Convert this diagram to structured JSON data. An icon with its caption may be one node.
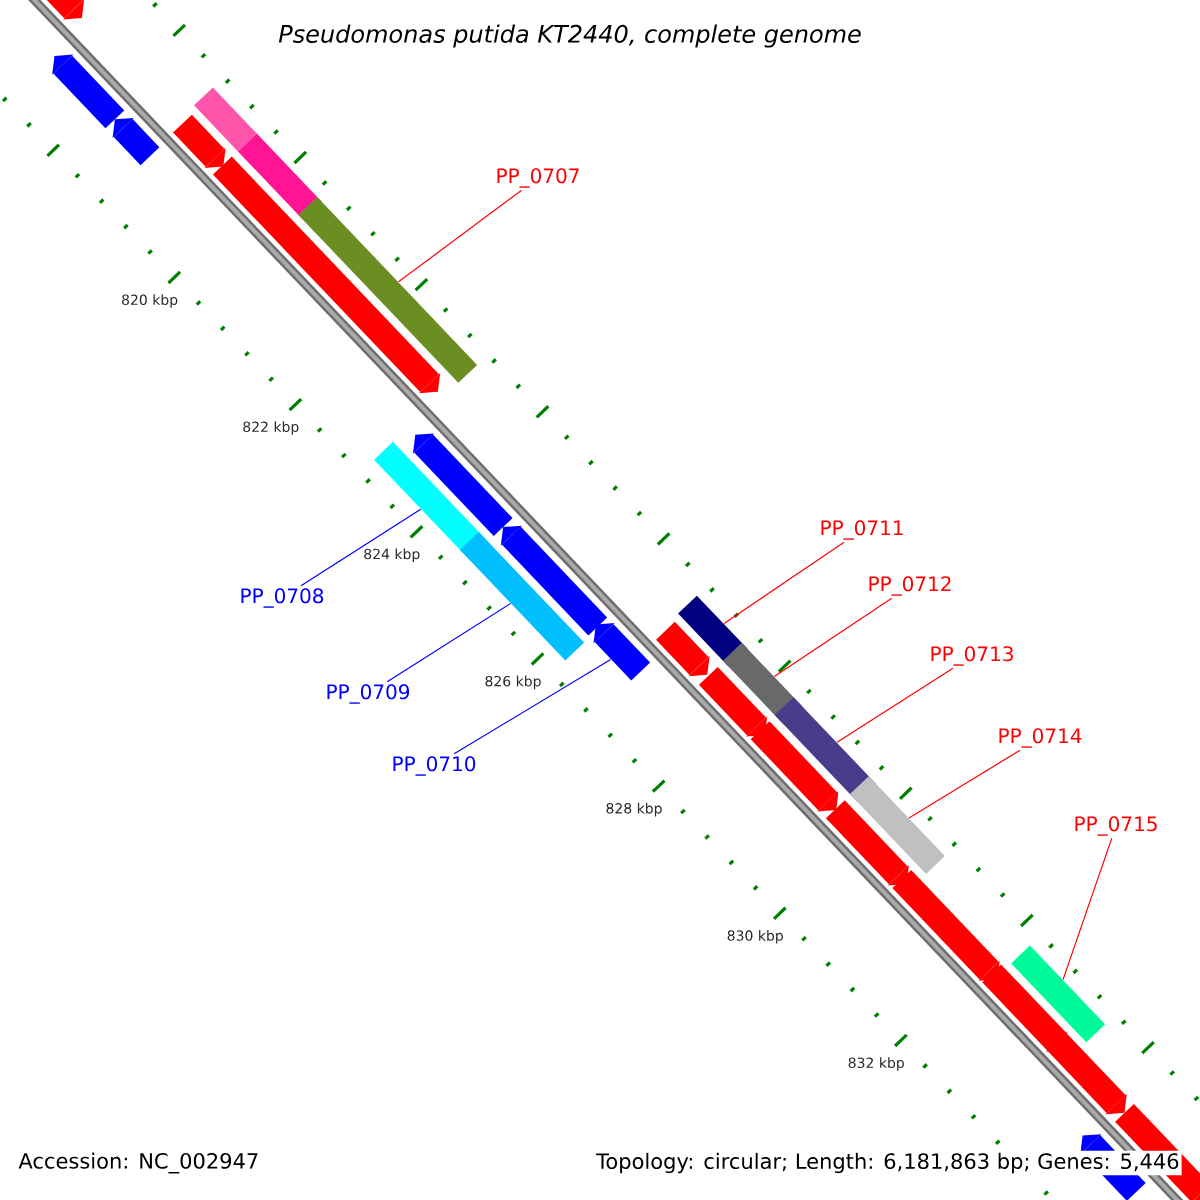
{
  "diagram": {
    "title": "Pseudomonas putida KT2440, complete genome",
    "nodes": [
      {
        "text": [
          "PP_0707"
        ]
      },
      {
        "text": [
          "PP_0708"
        ]
      },
      {
        "text": [
          "PP_0709"
        ]
      },
      {
        "text": [
          "PP_0710"
        ]
      },
      {
        "text": [
          "PP_0711"
        ]
      },
      {
        "text": [
          "PP_0712"
        ]
      },
      {
        "text": [
          "PP_0713"
        ]
      },
      {
        "text": [
          "PP_0714"
        ]
      },
      {
        "text": [
          "PP_0715"
        ]
      },
      {
        "text": [],
        "shape": "bar"
      },
      {
        "text": [],
        "shape": "bar"
      },
      {
        "text": [],
        "shape": "bar"
      },
      {
        "text": [],
        "shape": "bar"
      },
      {
        "text": [],
        "shape": "bar"
      },
      {
        "text": [],
        "shape": "bar"
      },
      {
        "text": [],
        "shape": "bar"
      },
      {
        "text": [],
        "shape": "bar"
      },
      {
        "text": [],
        "shape": "bar"
      },
      {
        "text": [],
        "shape": "bar"
      },
      {
        "text": [],
        "shape": "bar"
      },
      {
        "text": [],
        "shape": "bar"
      },
      {
        "text": [],
        "shape": "bar"
      },
      {
        "text": [],
        "shape": "bar"
      },
      {
        "text": [],
        "shape": "bar"
      },
      {
        "text": [],
        "shape": "bar"
      },
      {
        "text": [],
        "shape": "bar"
      },
      {
        "text": [],
        "shape": "bar"
      },
      {
        "text": [],
        "shape": "bar"
      },
      {
        "text": [],
        "shape": "bar"
      },
      {
        "text": [],
        "shape": "bar"
      },
      {
        "text": [],
        "shape": "bar"
      },
      {
        "text": [],
        "shape": "bar"
      },
      {
        "text": [],
        "shape": "bar"
      },
      {
        "text": [],
        "shape": "bar"
      },
      {
        "text": [],
        "shape": "bar"
      },
      {
        "text": [],
        "shape": "bar"
      }
    ],
    "edges": [
      {
        "from": 0,
        "to": 16,
        "arrow": "none"
      },
      {
        "from": 1,
        "to": 17,
        "arrow": "none",
        "color": "#0000ff"
      },
      {
        "from": 2,
        "to": 19,
        "arrow": "none",
        "color": "#0000ff"
      },
      {
        "from": 3,
        "to": 21,
        "arrow": "none",
        "color": "#0000ff"
      },
      {
        "from": 4,
        "to": 23,
        "arrow": "none"
      },
      {
        "from": 5,
        "to": 25,
        "arrow": "none"
      },
      {
        "from": 6,
        "to": 27,
        "arrow": "none"
      },
      {
        "from": 7,
        "to": 29,
        "arrow": "none"
      },
      {
        "from": 8,
        "to": 32,
        "arrow": "none"
      }
    ],
    "labels": [
      "820 kbp",
      "822 kbp",
      "824 kbp",
      "826 kbp",
      "828 kbp",
      "830 kbp",
      "832 kbp",
      "Accession: NC_002947",
      "Topology: circular; Length: 6,181,863 bp; Genes: 5,446"
    ]
  }
}
